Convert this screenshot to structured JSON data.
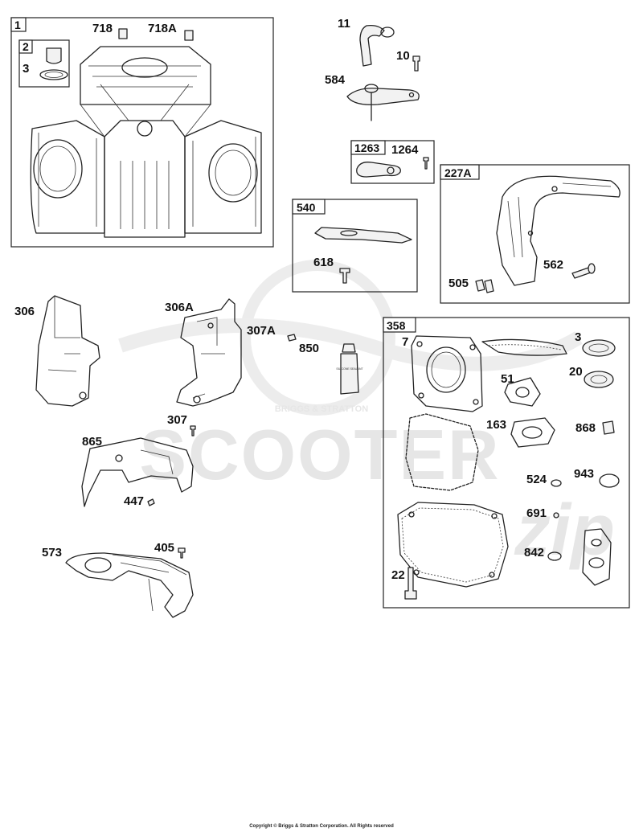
{
  "watermark": {
    "primary": "SCOOTER",
    "secondary": "BRIGGS & STRATTON",
    "script": "zip"
  },
  "sealant_tube_text": "SILICONE SEALANT",
  "boxes": {
    "b1": "1",
    "b2": "2",
    "b540": "540",
    "b1263": "1263",
    "b227a": "227A",
    "b358": "358"
  },
  "labels": {
    "l718": "718",
    "l718a": "718A",
    "l3a": "3",
    "l11": "11",
    "l10": "10",
    "l584": "584",
    "l1264": "1264",
    "l618": "618",
    "l562": "562",
    "l505": "505",
    "l306": "306",
    "l306a": "306A",
    "l307a": "307A",
    "l850": "850",
    "l307": "307",
    "l865": "865",
    "l447": "447",
    "l573": "573",
    "l405": "405",
    "l7": "7",
    "l3b": "3",
    "l51": "51",
    "l20": "20",
    "l163": "163",
    "l868": "868",
    "l524": "524",
    "l943": "943",
    "l691": "691",
    "l842": "842",
    "l22": "22"
  },
  "copyright": "Copyright © Briggs & Stratton Corporation. All Rights reserved"
}
